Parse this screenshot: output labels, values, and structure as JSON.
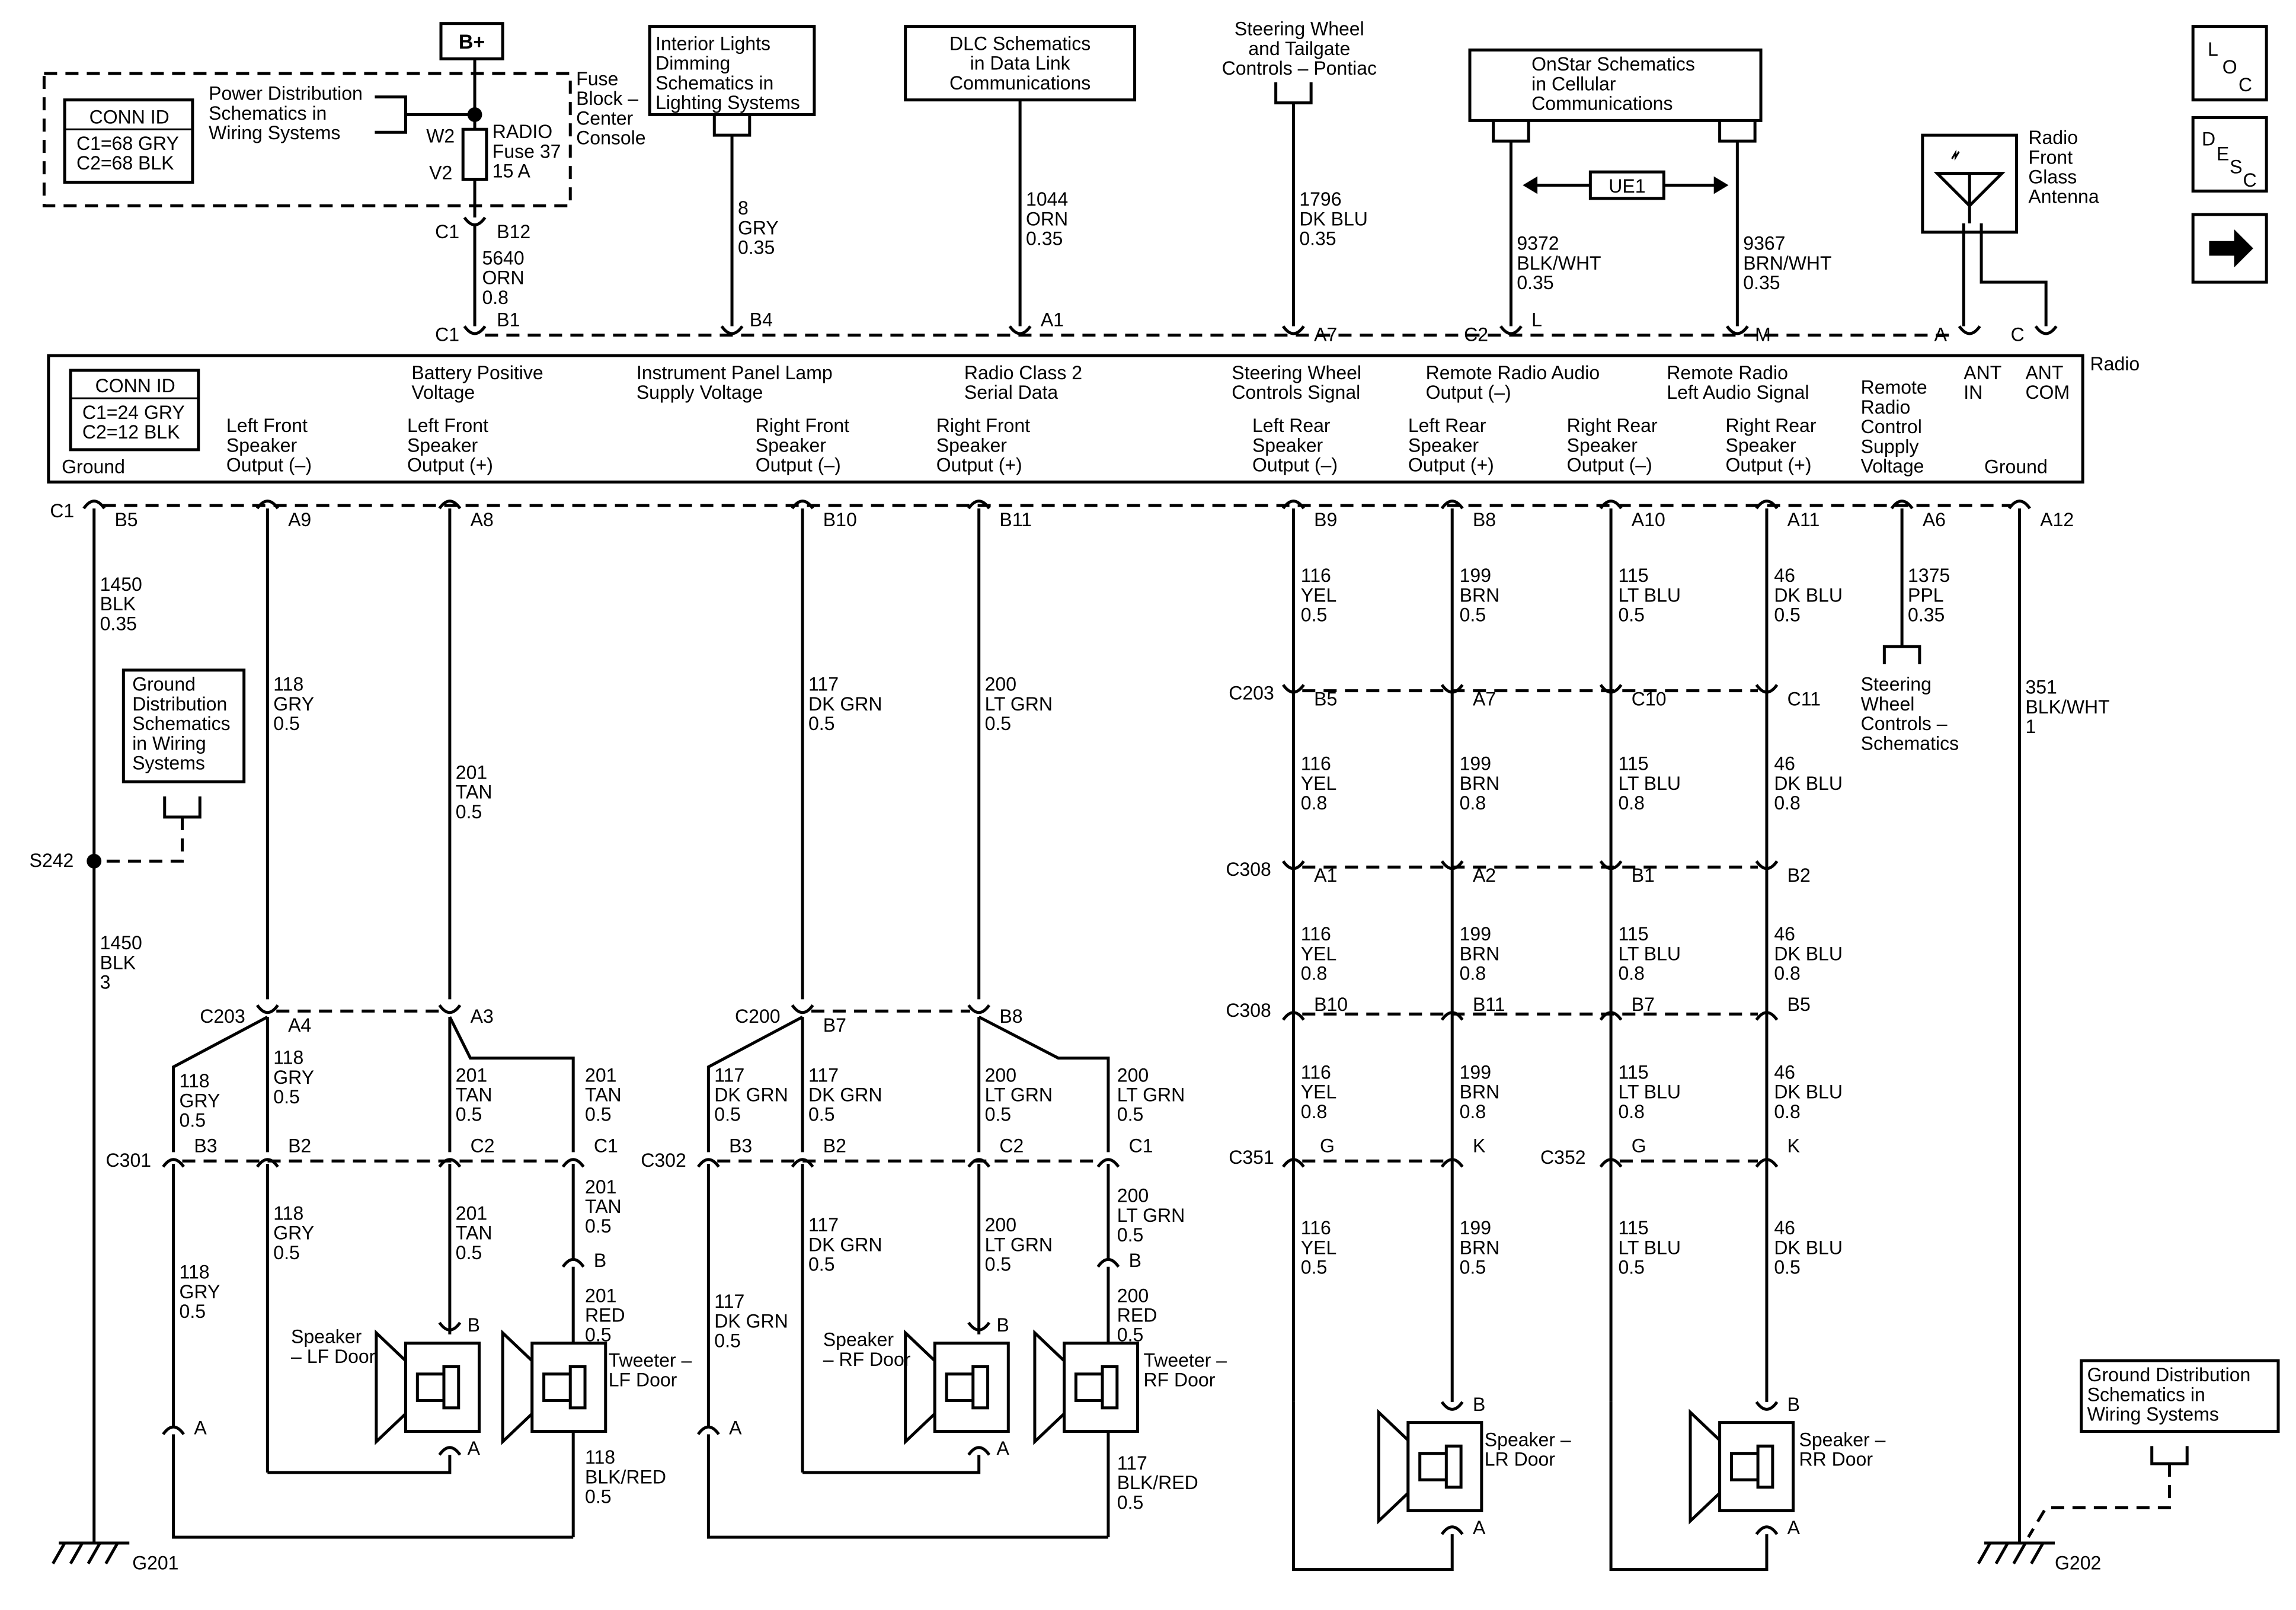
{
  "nav": {
    "loc": [
      "L",
      "O",
      "C"
    ],
    "desc": [
      "D",
      "E",
      "S",
      "C"
    ],
    "arrow": "arrow-right-icon"
  },
  "top": {
    "bplus": "B+",
    "fuse_block": [
      "Fuse",
      "Block –",
      "Center",
      "Console"
    ],
    "power_dist": [
      "Power Distribution",
      "Schematics in",
      "Wiring  Systems"
    ],
    "conn_id_title": "CONN ID",
    "conn_id_rows": [
      "C1=68 GRY",
      "C2=68 BLK"
    ],
    "fuse": [
      "RADIO",
      "Fuse 37",
      "15 A"
    ],
    "w2": "W2",
    "v2": "V2",
    "interior": [
      "Interior Lights",
      "Dimming",
      "Schematics in",
      "Lighting Systems"
    ],
    "dlc": [
      "DLC Schematics",
      "in Data Link",
      "Communications"
    ],
    "steering_top": [
      "Steering Wheel",
      "and Tailgate",
      "Controls – Pontiac"
    ],
    "onstar": [
      "OnStar Schematics",
      "in Cellular",
      "Communications"
    ],
    "ue1": "UE1",
    "antenna": [
      "Radio",
      "Front",
      "Glass",
      "Antenna"
    ]
  },
  "upper_wires": [
    {
      "c": "C1",
      "p": "B12",
      "w": [
        "5640",
        "ORN",
        "0.8"
      ]
    },
    {
      "w": [
        "8",
        "GRY",
        "0.35"
      ]
    },
    {
      "w": [
        "1044",
        "ORN",
        "0.35"
      ]
    },
    {
      "w": [
        "1796",
        "DK BLU",
        "0.35"
      ]
    },
    {
      "w": [
        "9372",
        "BLK/WHT",
        "0.35"
      ]
    },
    {
      "w": [
        "9367",
        "BRN/WHT",
        "0.35"
      ]
    }
  ],
  "radio_top_pins": [
    {
      "c": "C1",
      "p": "B1"
    },
    {
      "p": "B4"
    },
    {
      "p": "A1"
    },
    {
      "p": "A7"
    },
    {
      "c": "C2",
      "p": "L"
    },
    {
      "p": "M"
    },
    {
      "c": "A",
      "p": ""
    },
    {
      "c": "C",
      "p": ""
    }
  ],
  "radio": {
    "name": "Radio",
    "conn_id_title": "CONN ID",
    "conn_id_rows": [
      "C1=24 GRY",
      "C2=12 BLK"
    ],
    "top_labels": [
      [
        "Battery Positive",
        "Voltage"
      ],
      [
        "Instrument Panel Lamp",
        "Supply Voltage"
      ],
      [
        "Radio Class 2",
        "Serial Data"
      ],
      [
        "Steering Wheel",
        "Controls Signal"
      ],
      [
        "Remote Radio Audio",
        "Output (–)"
      ],
      [
        "Remote Radio",
        "Left Audio Signal"
      ],
      [
        "ANT",
        "IN"
      ],
      [
        "ANT",
        "COM"
      ]
    ],
    "bottom_labels": [
      [
        "Ground"
      ],
      [
        "Left Front",
        "Speaker",
        "Output (–)"
      ],
      [
        "Left Front",
        "Speaker",
        "Output (+)"
      ],
      [
        "Right Front",
        "Speaker",
        "Output (–)"
      ],
      [
        "Right Front",
        "Speaker",
        "Output (+)"
      ],
      [
        "Left Rear",
        "Speaker",
        "Output (–)"
      ],
      [
        "Left Rear",
        "Speaker",
        "Output (+)"
      ],
      [
        "Right Rear",
        "Speaker",
        "Output (–)"
      ],
      [
        "Right Rear",
        "Speaker",
        "Output (+)"
      ],
      [
        "Remote",
        "Radio",
        "Control",
        "Supply",
        "Voltage"
      ],
      [
        "Ground"
      ]
    ]
  },
  "radio_bottom_pins": [
    {
      "c": "C1",
      "p": "B5"
    },
    {
      "p": "A9"
    },
    {
      "p": "A8"
    },
    {
      "p": "B10"
    },
    {
      "p": "B11"
    },
    {
      "p": "B9"
    },
    {
      "p": "B8"
    },
    {
      "p": "A10"
    },
    {
      "p": "A11"
    },
    {
      "p": "A6"
    },
    {
      "p": "A12"
    }
  ],
  "lower": {
    "ground_left": {
      "w1": [
        "1450",
        "BLK",
        "0.35"
      ],
      "splice": "S242",
      "w2": [
        "1450",
        "BLK",
        "3"
      ],
      "gnd": "G201",
      "gd": [
        "Ground",
        "Distribution",
        "Schematics",
        "in Wiring",
        "Systems"
      ]
    },
    "ground_right": {
      "w": [
        "351",
        "BLK/WHT",
        "1"
      ],
      "gnd": "G202",
      "gd": [
        "Ground Distribution",
        "Schematics in",
        "Wiring Systems"
      ]
    },
    "remote": {
      "w": [
        "1375",
        "PPL",
        "0.35"
      ],
      "sw": [
        "Steering",
        "Wheel",
        "Controls –",
        "Schematics"
      ]
    },
    "lf_neg": [
      "118",
      "GRY",
      "0.5"
    ],
    "lf_pos": [
      "201",
      "TAN",
      "0.5"
    ],
    "rf_neg": [
      "117",
      "DK GRN",
      "0.5"
    ],
    "rf_pos": [
      "200",
      "LT GRN",
      "0.5"
    ],
    "rear": [
      {
        "a": [
          "116",
          "YEL",
          "0.5"
        ],
        "b": [
          "116",
          "YEL",
          "0.8"
        ],
        "c": [
          "116",
          "YEL",
          "0.8"
        ],
        "d": [
          "116",
          "YEL",
          "0.8"
        ],
        "e": [
          "116",
          "YEL",
          "0.5"
        ]
      },
      {
        "a": [
          "199",
          "BRN",
          "0.5"
        ],
        "b": [
          "199",
          "BRN",
          "0.8"
        ],
        "c": [
          "199",
          "BRN",
          "0.8"
        ],
        "d": [
          "199",
          "BRN",
          "0.8"
        ],
        "e": [
          "199",
          "BRN",
          "0.5"
        ]
      },
      {
        "a": [
          "115",
          "LT BLU",
          "0.5"
        ],
        "b": [
          "115",
          "LT BLU",
          "0.8"
        ],
        "c": [
          "115",
          "LT BLU",
          "0.8"
        ],
        "d": [
          "115",
          "LT BLU",
          "0.8"
        ],
        "e": [
          "115",
          "LT BLU",
          "0.5"
        ]
      },
      {
        "a": [
          "46",
          "DK BLU",
          "0.5"
        ],
        "b": [
          "46",
          "DK BLU",
          "0.8"
        ],
        "c": [
          "46",
          "DK BLU",
          "0.8"
        ],
        "d": [
          "46",
          "DK BLU",
          "0.8"
        ],
        "e": [
          "46",
          "DK BLU",
          "0.5"
        ]
      }
    ],
    "conn": {
      "c203a": "C203",
      "c203b": "C203",
      "c200": "C200",
      "c301": "C301",
      "c302": "C302",
      "c308a": "C308",
      "c308b": "C308",
      "c351": "C351",
      "c352": "C352"
    },
    "pins": {
      "c203_rear": [
        "B5",
        "A7",
        "C10",
        "C11"
      ],
      "c308a": [
        "A1",
        "A2",
        "B1",
        "B2"
      ],
      "c308b": [
        "B10",
        "B11",
        "B7",
        "B5"
      ],
      "c351": [
        "G",
        "K"
      ],
      "c352": [
        "G",
        "K"
      ],
      "c203_front": [
        "A4",
        "A3"
      ],
      "c200_front": [
        "B7",
        "B8"
      ],
      "c301": [
        "B3",
        "B2",
        "C2",
        "C1"
      ],
      "c302": [
        "B3",
        "B2",
        "C2",
        "C1"
      ]
    },
    "lf": {
      "w_118a": [
        "118",
        "GRY",
        "0.5"
      ],
      "w_118b": [
        "118",
        "GRY",
        "0.5"
      ],
      "w_118c": [
        "118",
        "GRY",
        "0.5"
      ],
      "w_118d": [
        "118",
        "GRY",
        "0.5"
      ],
      "w_201a": [
        "201",
        "TAN",
        "0.5"
      ],
      "w_201b": [
        "201",
        "TAN",
        "0.5"
      ],
      "w_201c": [
        "201",
        "TAN",
        "0.5"
      ],
      "w_201d": [
        "201",
        "TAN",
        "0.5"
      ],
      "w_201r": [
        "201",
        "RED",
        "0.5"
      ],
      "w_118br": [
        "118",
        "BLK/RED",
        "0.5"
      ],
      "spk": [
        "Speaker",
        "– LF Door"
      ],
      "tw": [
        "Tweeter –",
        "LF Door"
      ]
    },
    "rf": {
      "w_117a": [
        "117",
        "DK GRN",
        "0.5"
      ],
      "w_117b": [
        "117",
        "DK GRN",
        "0.5"
      ],
      "w_117c": [
        "117",
        "DK GRN",
        "0.5"
      ],
      "w_117d": [
        "117",
        "DK GRN",
        "0.5"
      ],
      "w_200a": [
        "200",
        "LT GRN",
        "0.5"
      ],
      "w_200b": [
        "200",
        "LT GRN",
        "0.5"
      ],
      "w_200c": [
        "200",
        "LT GRN",
        "0.5"
      ],
      "w_200d": [
        "200",
        "LT GRN",
        "0.5"
      ],
      "w_200r": [
        "200",
        "RED",
        "0.5"
      ],
      "w_117br": [
        "117",
        "BLK/RED",
        "0.5"
      ],
      "spk": [
        "Speaker",
        "– RF Door"
      ],
      "tw": [
        "Tweeter –",
        "RF Door"
      ]
    },
    "lr_spk": [
      "Speaker –",
      "LR Door"
    ],
    "rr_spk": [
      "Speaker –",
      "RR Door"
    ],
    "pin_a": "A",
    "pin_b": "B"
  }
}
